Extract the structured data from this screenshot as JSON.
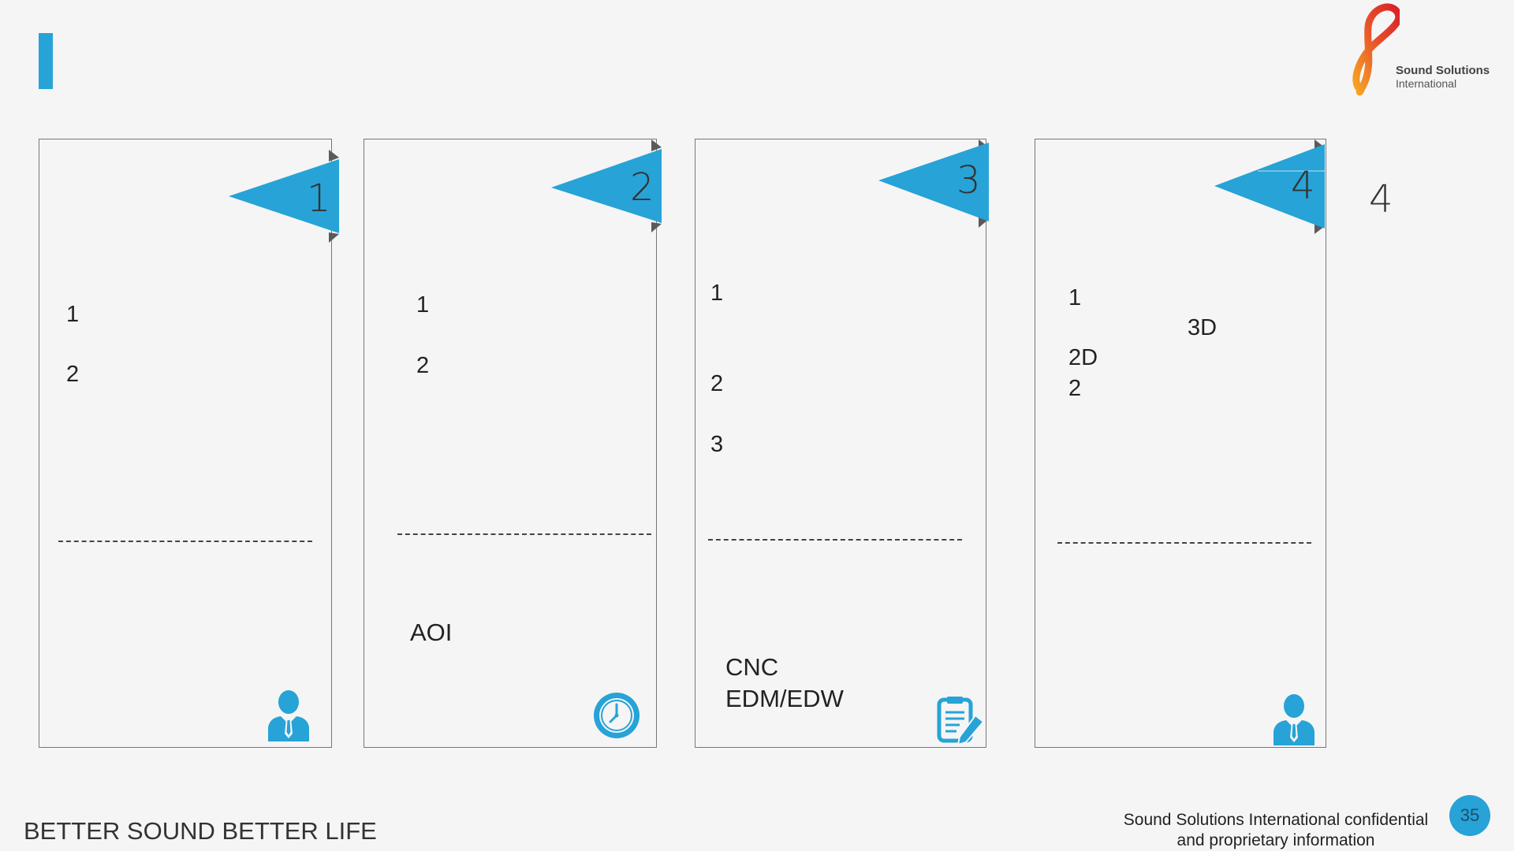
{
  "colors": {
    "accent": "#27a3d7",
    "flag_shadow": "#5a5a5a",
    "logo_red": "#e3262b",
    "logo_orange": "#f6a623"
  },
  "logo": {
    "name": "Sound Solutions",
    "sub": "International"
  },
  "cards": [
    {
      "flag_number": "1",
      "items": [
        "1",
        "2"
      ],
      "bottom_lines": [],
      "icon": "businessman-icon"
    },
    {
      "flag_number": "2",
      "items": [
        "1",
        "2"
      ],
      "bottom_lines": [
        "AOI"
      ],
      "icon": "clock-icon"
    },
    {
      "flag_number": "3",
      "items": [
        "1",
        "2",
        "3"
      ],
      "bottom_lines": [
        "CNC",
        "EDM/EDW"
      ],
      "icon": "document-edit-icon"
    },
    {
      "flag_number": "4",
      "items": [
        "1",
        "3D",
        "2D",
        "2"
      ],
      "bottom_lines": [],
      "icon": "businessman-icon"
    }
  ],
  "outside_number": "4",
  "footer": {
    "tagline": "BETTER SOUND BETTER LIFE",
    "confidential_line1": "Sound Solutions International confidential",
    "confidential_line2": "and proprietary information",
    "page_number": "35"
  }
}
